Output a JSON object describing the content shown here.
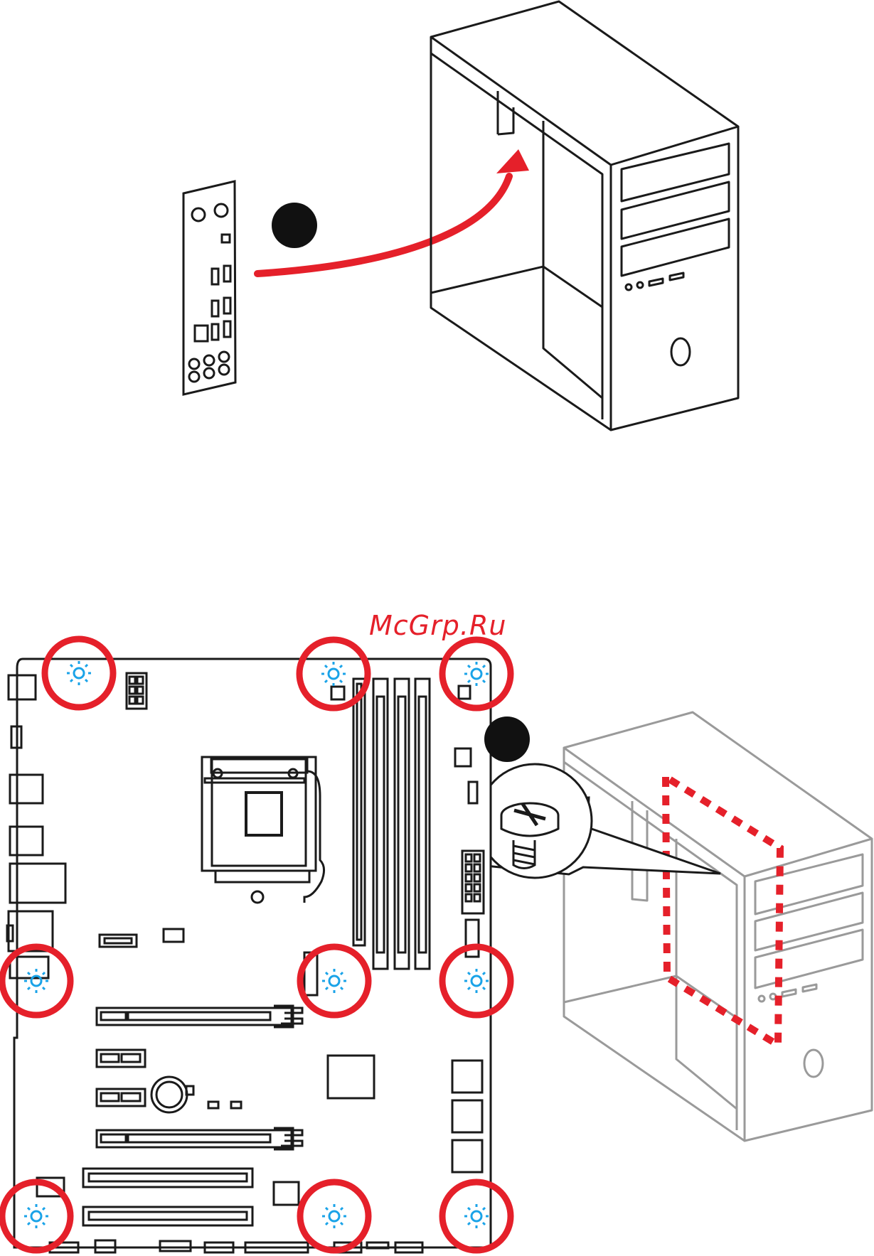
{
  "watermark": "McGrp.Ru",
  "colors": {
    "line": "#1a1a1a",
    "arrow": "#e5202a",
    "highlight": "#e5202a",
    "screw_marker": "#1aa3e8",
    "case_faded": "#9a9a9a",
    "step_dot": "#111111"
  },
  "icons": [
    "io-shield",
    "pc-case",
    "insert-arrow",
    "step-bullet",
    "motherboard",
    "screw-hole-marker",
    "screw-detail",
    "pc-case-faded"
  ],
  "mount_holes": 9
}
